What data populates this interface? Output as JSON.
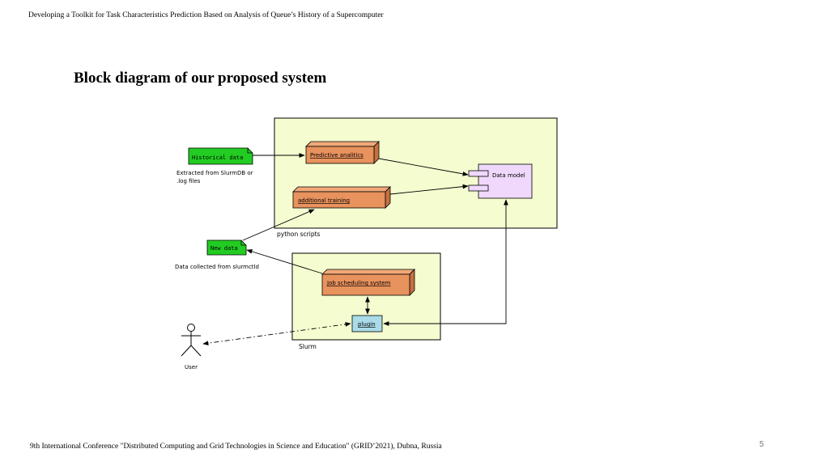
{
  "header": {
    "text": "Developing a Toolkit for Task Characteristics Prediction Based on Analysis of Queue’s History of a Supercomputer"
  },
  "slide": {
    "title": "Block diagram of our proposed system",
    "page_number": "5"
  },
  "footer": {
    "text": "9th International Conference \"Distributed Computing and Grid Technologies in Science and Education\" (GRID’2021), Dubna, Russia"
  },
  "diagram": {
    "containers": {
      "python_scripts": "python scripts",
      "slurm": "Slurm"
    },
    "artifacts": {
      "historical_data": "Historical data",
      "historical_data_note_line1": "Extracted from SlurmDB or",
      "historical_data_note_line2": ".log files",
      "new_data": "New data",
      "new_data_note": "Data collected from slurmctld"
    },
    "nodes": {
      "predictive_analitics": "Predictive analitics",
      "additional_training": "additional training",
      "job_scheduling_system": "Job scheduling system",
      "plugin": "plugin",
      "data_model": "Data model"
    },
    "actor": {
      "user": "User"
    },
    "colors": {
      "container_fill": "#f5fdd0",
      "artifact_fill": "#22cc22",
      "node_fill": "#e8925d",
      "plugin_fill": "#a9dbe8",
      "component_fill": "#efd8fb"
    }
  }
}
